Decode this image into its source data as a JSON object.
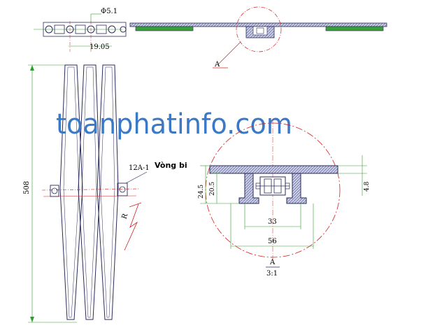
{
  "watermark": "toanphatinfo.com",
  "top_view": {
    "pitch_label": "19.05",
    "hole_label": "Φ5.1"
  },
  "section_ref": "A",
  "side_view": {
    "length_label": "508",
    "chain_label": "12A-1",
    "bearing_label": "Vòng bi",
    "radius_label": "R"
  },
  "detail": {
    "height_outer": "24.5",
    "height_inner": "20.5",
    "thickness": "4.8",
    "inner_width": "33",
    "outer_width": "56",
    "ref_letter": "A",
    "scale": "3:1"
  },
  "colors": {
    "outline": "#2a2a5a",
    "hatch_fill": "#c8cce8",
    "wear_strip": "#39a039",
    "dim_green": "#2aa02a",
    "center_red": "#d42020",
    "watermark": "#3a78c8"
  }
}
